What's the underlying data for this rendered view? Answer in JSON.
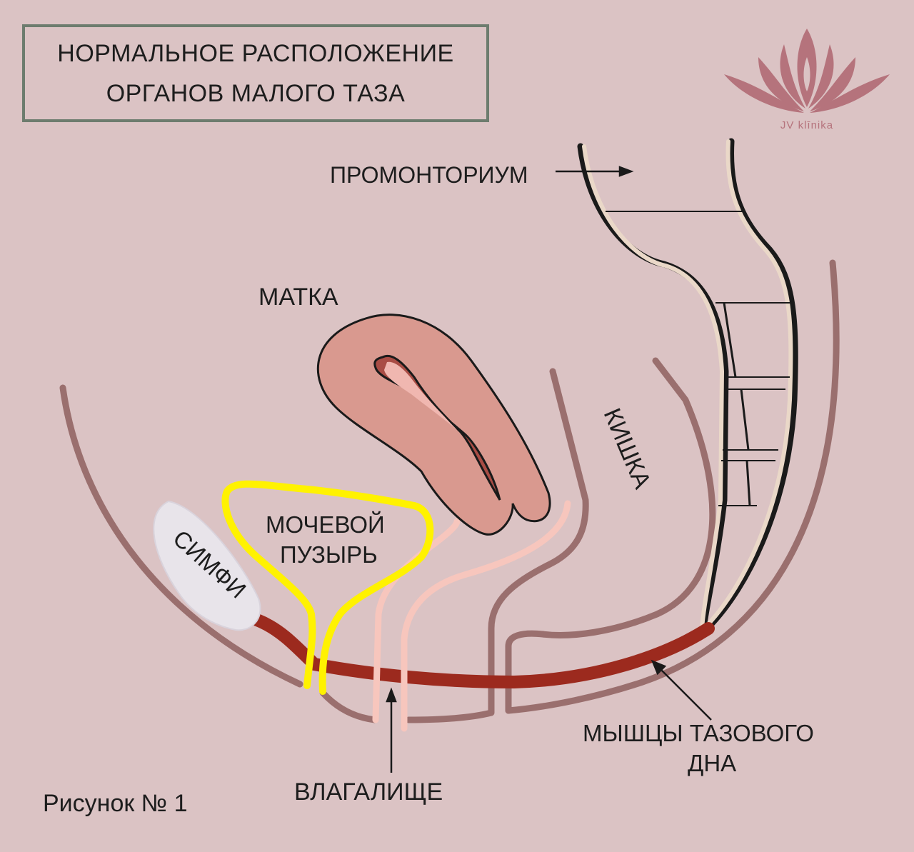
{
  "title": {
    "line1": "НОРМАЛЬНОЕ РАСПОЛОЖЕНИЕ",
    "line2": "ОРГАНОВ МАЛОГО ТАЗА"
  },
  "logo": {
    "text": "JV klīnika",
    "icon": "lotus-icon",
    "color": "#b5737c"
  },
  "labels": {
    "promontory": "ПРОМОНТОРИУМ",
    "uterus": "МАТКА",
    "intestine": "КИШКА",
    "bladder_line1": "МОЧЕВОЙ",
    "bladder_line2": "ПУЗЫРЬ",
    "symphysis": "СИМФИ",
    "vagina": "ВЛАГАЛИЩЕ",
    "pelvic_floor_line1": "МЫШЦЫ ТАЗОВОГО",
    "pelvic_floor_line2": "ДНА"
  },
  "caption": "Рисунок № 1",
  "colors": {
    "background": "#dbc3c4",
    "pelvis_outline": "#9a6f6e",
    "uterus": "#d9998f",
    "bladder": "#fff200",
    "vagina": "#f7c6bd",
    "symphysis": "#e8e4ea",
    "pelvic_floor_muscle": "#9c2a1e",
    "spine": "#ead8c8",
    "title_border": "#6d7c6e"
  }
}
